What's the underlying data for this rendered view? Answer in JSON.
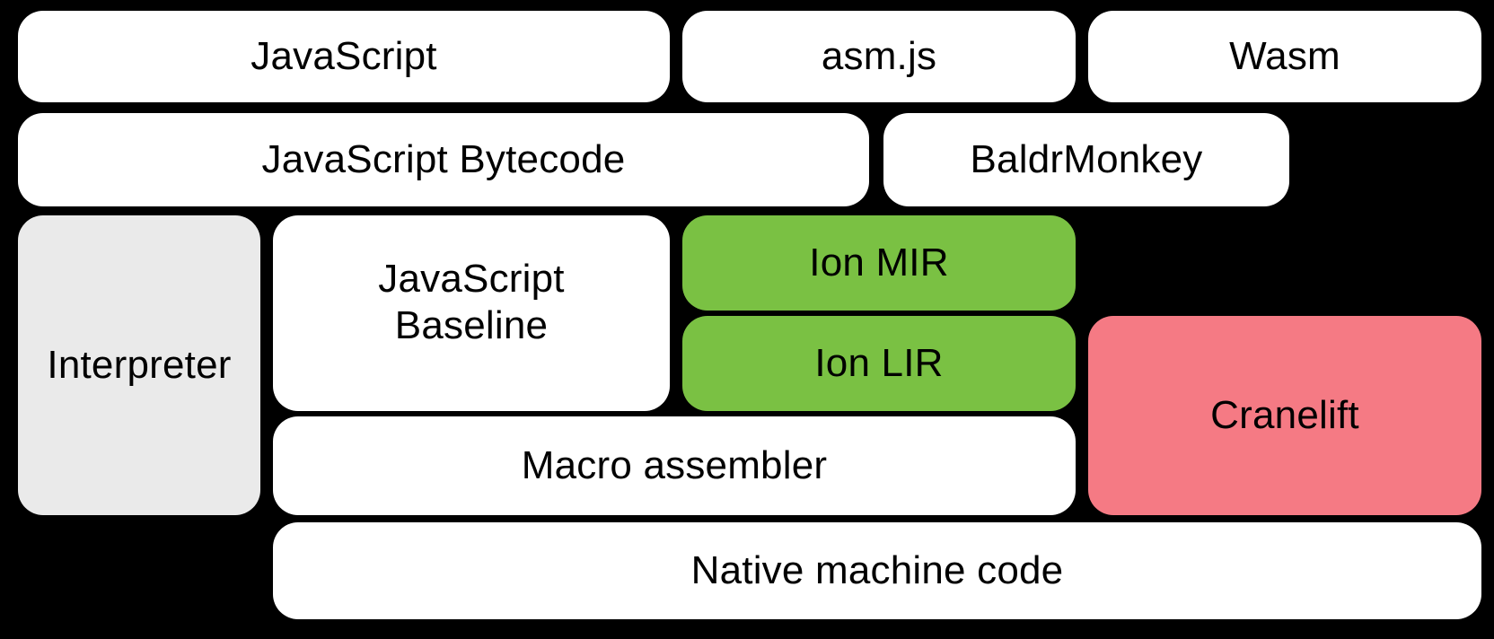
{
  "diagram": {
    "title": "SpiderMonkey JavaScript and WebAssembly compilation pipeline",
    "background_color": "#000000",
    "text_color": "#000000",
    "colors": {
      "white_box": "#FFFFFF",
      "gray_box": "#EAEAEA",
      "green_box": "#7AC143",
      "pink_box": "#F57A84"
    },
    "boxes": {
      "javascript": {
        "label": "JavaScript",
        "fill": "#FFFFFF"
      },
      "asmjs": {
        "label": "asm.js",
        "fill": "#FFFFFF"
      },
      "wasm": {
        "label": "Wasm",
        "fill": "#FFFFFF"
      },
      "bytecode": {
        "label": "JavaScript Bytecode",
        "fill": "#FFFFFF"
      },
      "baldrmonkey": {
        "label": "BaldrMonkey",
        "fill": "#FFFFFF"
      },
      "interpreter": {
        "label": "Interpreter",
        "fill": "#EAEAEA"
      },
      "baseline": {
        "label": "JavaScript\nBaseline",
        "fill": "#FFFFFF"
      },
      "ion_mir": {
        "label": "Ion MIR",
        "fill": "#7AC143"
      },
      "ion_lir": {
        "label": "Ion LIR",
        "fill": "#7AC143"
      },
      "cranelift": {
        "label": "Cranelift",
        "fill": "#F57A84"
      },
      "macro_assembler": {
        "label": "Macro assembler",
        "fill": "#FFFFFF"
      },
      "native_code": {
        "label": "Native machine code",
        "fill": "#FFFFFF"
      }
    }
  }
}
